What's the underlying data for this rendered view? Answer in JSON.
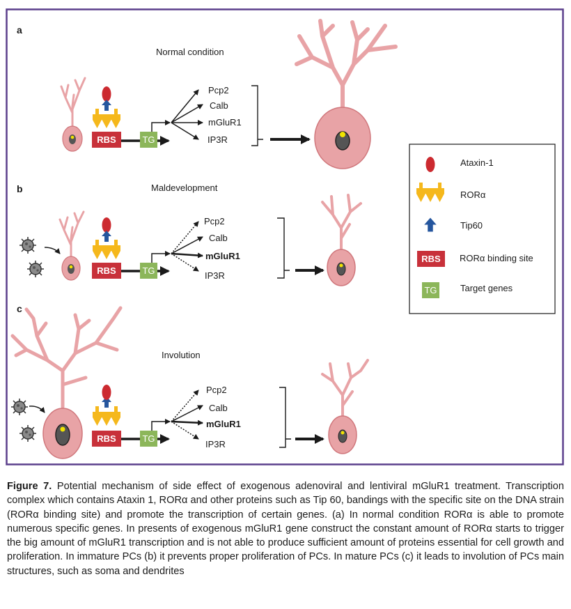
{
  "panels": {
    "a": {
      "letter": "a",
      "title": "Normal condition",
      "genes": [
        "Pcp2",
        "Calb",
        "mGluR1",
        "IP3R"
      ]
    },
    "b": {
      "letter": "b",
      "title": "Maldevelopment",
      "genes": [
        "Pcp2",
        "Calb",
        "mGluR1",
        "IP3R"
      ]
    },
    "c": {
      "letter": "c",
      "title": "Involution",
      "genes": [
        "Pcp2",
        "Calb",
        "mGluR1",
        "IP3R"
      ]
    }
  },
  "boxes": {
    "rbs": "RBS",
    "tg": "TG"
  },
  "legend": {
    "items": [
      {
        "icon": "ataxin-icon",
        "label": "Ataxin-1"
      },
      {
        "icon": "ror-alpha-icon",
        "label": "RORα"
      },
      {
        "icon": "tip60-icon",
        "label": "Tip60"
      },
      {
        "icon": "rbs-box-icon",
        "label": "RORα binding site"
      },
      {
        "icon": "tg-box-icon",
        "label": "Target genes"
      }
    ]
  },
  "colors": {
    "frame": "#5b3f8c",
    "cell": "#e8a3a6",
    "cell_stroke": "#d0777c",
    "ataxin": "#cc2a30",
    "ror": "#f5b81c",
    "tip60": "#25569e",
    "rbs": "#c8313a",
    "tg": "#8cb65a",
    "nucleus": "#555555",
    "nucleolus": "#f2e400"
  },
  "caption": {
    "label": "Figure 7.",
    "text": " Potential mechanism of side effect of exogenous adenoviral and lentiviral mGluR1 treatment. Transcription complex which contains Ataxin 1, RORα and other proteins such as Tip 60, bandings with the specific site on the DNA strain (RORα binding site) and promote the transcription of certain genes. (a) In normal condition RORα is able to promote numerous specific genes. In presents of exogenous mGluR1 gene construct the constant amount of RORα starts to trigger the big amount of mGluR1 transcription and is not able to produce sufficient amount of proteins essential for cell growth and proliferation. In immature PCs (b) it prevents proper proliferation of PCs. In mature PCs (c) it leads to involution of PCs main structures, such as soma and dendrites"
  }
}
